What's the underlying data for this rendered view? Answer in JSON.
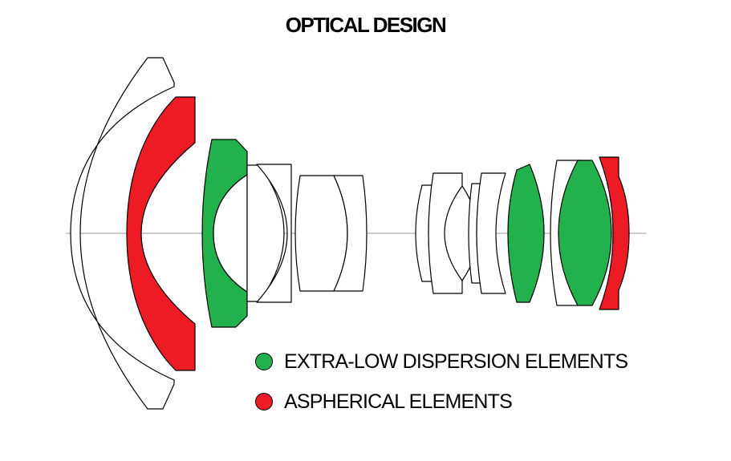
{
  "title": "OPTICAL DESIGN",
  "colors": {
    "ed": "#22b14c",
    "aspherical": "#ed1c24",
    "plain": "#ffffff",
    "axis": "#999999",
    "outline": "#000000"
  },
  "legend": [
    {
      "label": "EXTRA-LOW DISPERSION ELEMENTS",
      "color": "#22b14c"
    },
    {
      "label": "ASPHERICAL ELEMENTS",
      "color": "#ed1c24"
    }
  ]
}
